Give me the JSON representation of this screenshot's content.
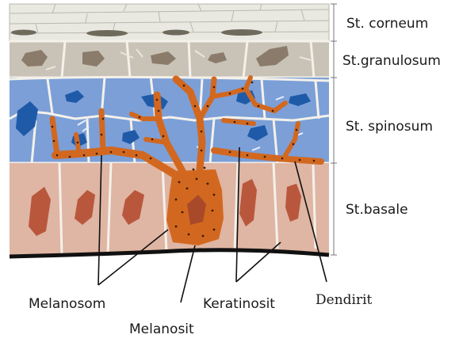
{
  "layers": [
    {
      "id": "corneum",
      "label": "St. corneum"
    },
    {
      "id": "granulosum",
      "label": "St.granulosum"
    },
    {
      "id": "spinosum",
      "label": "St. spinosum"
    },
    {
      "id": "basale",
      "label": "St.basale"
    }
  ],
  "callouts": [
    {
      "id": "melanosom",
      "label": "Melanosom"
    },
    {
      "id": "melanosit",
      "label": "Melanosit"
    },
    {
      "id": "keratinosit",
      "label": "Keratinosit"
    },
    {
      "id": "dendirit",
      "label": "Dendirit"
    }
  ],
  "colors": {
    "corneum": "#e9e9e2",
    "granulosum": "#c9c2b6",
    "granulosum_nucleus": "#8a7b6a",
    "spinosum": "#7c9fd7",
    "spinosum_nucleus": "#1f5aa8",
    "basale": "#dfb5a3",
    "basale_nucleus": "#b9573d",
    "melanocyte": "#d2681f",
    "melanin": "#3a1a08",
    "basement": "#111111",
    "cell_border": "#f4f1ea"
  }
}
